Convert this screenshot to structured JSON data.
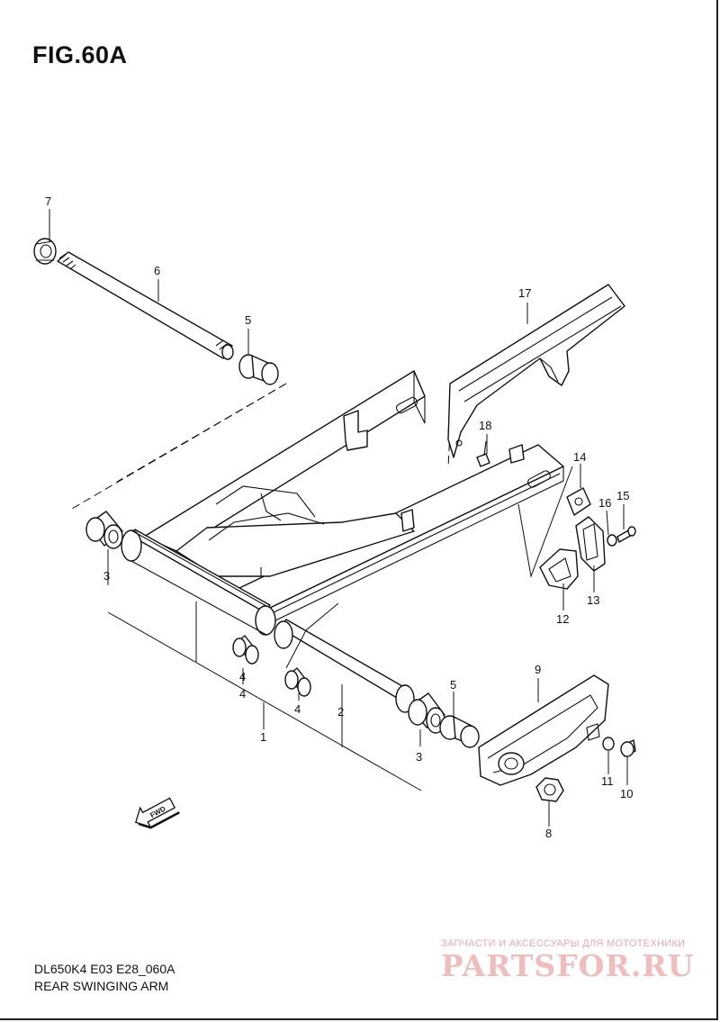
{
  "header": {
    "title": "FIG.60A"
  },
  "footer": {
    "model_code": "DL650K4 E03 E28_060A",
    "caption": "REAR SWINGING ARM"
  },
  "watermark": {
    "tagline": "ЗАПЧАСТИ И АКСЕССУАРЫ ДЛЯ МОТОТЕХНИКИ",
    "brand": "PARTSFOR.RU",
    "color": "#f1bcbc"
  },
  "direction_badge": "FWD",
  "callouts": {
    "c1": "1",
    "c2": "2",
    "c3a": "3",
    "c3b": "3",
    "c4a": "4",
    "c4b": "4",
    "c4c": "4",
    "c5a": "5",
    "c5b": "5",
    "c6": "6",
    "c7": "7",
    "c8": "8",
    "c9": "9",
    "c10": "10",
    "c11": "11",
    "c12": "12",
    "c13": "13",
    "c14": "14",
    "c15": "15",
    "c16": "16",
    "c17": "17",
    "c18": "18"
  }
}
